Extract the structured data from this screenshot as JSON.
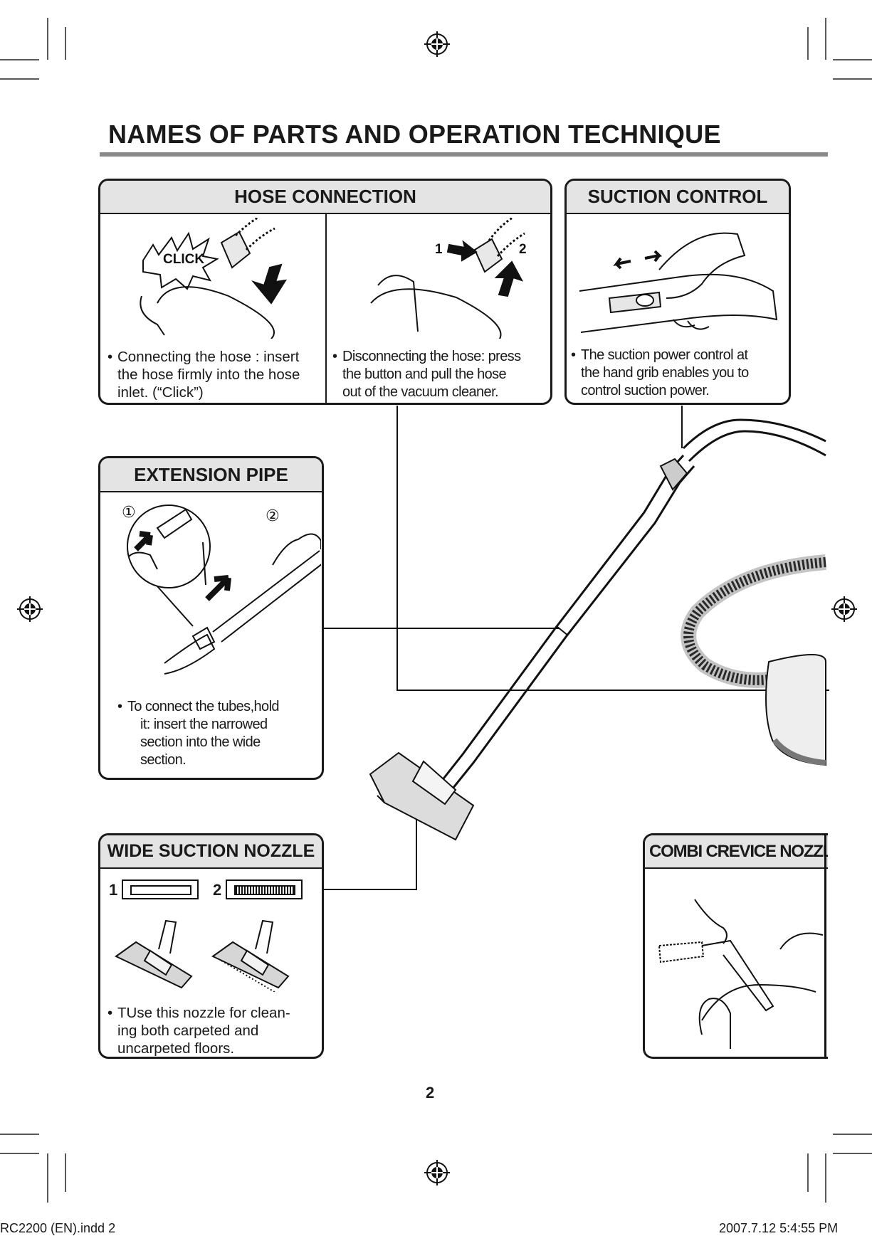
{
  "page": {
    "title": "NAMES OF PARTS AND OPERATION TECHNIQUE",
    "page_number": "2",
    "footer_file": "RC2200 (EN).indd   2",
    "footer_date": "2007.7.12   5:4:55 PM"
  },
  "hose_connection": {
    "header": "HOSE CONNECTION",
    "click_label": "CLICK",
    "step1": "1",
    "step2": "2",
    "caption_connect_lines": [
      "Connecting the hose : insert",
      "the hose firmly into the hose",
      "inlet. (“Click”)"
    ],
    "caption_disconnect_lines": [
      "Disconnecting the hose: press",
      "the button and pull the hose",
      "out of the vacuum cleaner."
    ]
  },
  "suction_control": {
    "header": "SUCTION CONTROL",
    "caption_lines": [
      "The suction power control at",
      "the hand grib enables you to",
      "control suction power."
    ]
  },
  "extension_pipe": {
    "header": "EXTENSION PIPE",
    "step1": "①",
    "step2": "②",
    "caption_lines": [
      "To connect the tubes,hold",
      "it: insert the narrowed",
      "section into the wide",
      "section."
    ]
  },
  "wide_suction_nozzle": {
    "header": "WIDE SUCTION NOZZLE",
    "setting1": "1",
    "setting2": "2",
    "caption_lines": [
      "TUse this nozzle for clean-",
      "ing both carpeted and",
      "uncarpeted floors."
    ]
  },
  "combi_crevice_nozzle": {
    "header": "COMBI CREVICE NOZZLE",
    "header_cut": "C"
  },
  "bullet": "•",
  "colors": {
    "header_fill": "#e4e4e4",
    "rule": "#8a8a8a",
    "ink": "#1a1a1a"
  }
}
